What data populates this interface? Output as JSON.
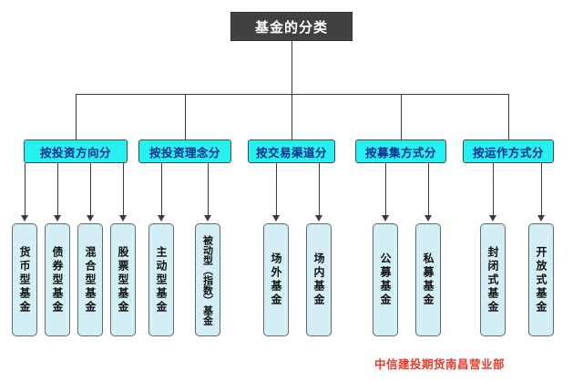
{
  "diagram": {
    "type": "org-tree",
    "root": {
      "label": "基金的分类"
    },
    "categories": [
      {
        "label": "按投资方向分"
      },
      {
        "label": "按投资理念分"
      },
      {
        "label": "按交易渠道分"
      },
      {
        "label": "按募集方式分"
      },
      {
        "label": "按运作方式分"
      }
    ],
    "leaves": {
      "group1": [
        {
          "label": "货币型基金"
        },
        {
          "label": "债券型基金"
        },
        {
          "label": "混合型基金"
        },
        {
          "label": "股票型基金"
        }
      ],
      "group2": [
        {
          "label": "主动型基金"
        },
        {
          "label": "被动型（指数）基金"
        }
      ],
      "group3": [
        {
          "label": "场外基金"
        },
        {
          "label": "场内基金"
        }
      ],
      "group4": [
        {
          "label": "公募基金"
        },
        {
          "label": "私募基金"
        }
      ],
      "group5": [
        {
          "label": "封闭式基金"
        },
        {
          "label": "开放式基金"
        }
      ]
    }
  },
  "footer": {
    "text": "中信建投期货南昌营业部"
  },
  "colors": {
    "root_bg": "#404040",
    "root_text": "#ffffff",
    "category_bg": "#25f1f1",
    "category_text": "#0a2a8c",
    "leaf_bg": "#d3eff5",
    "leaf_border": "#5d6a6e",
    "connector": "#3b3b3b",
    "footer_text": "#e8392b",
    "background": "#ffffff"
  }
}
